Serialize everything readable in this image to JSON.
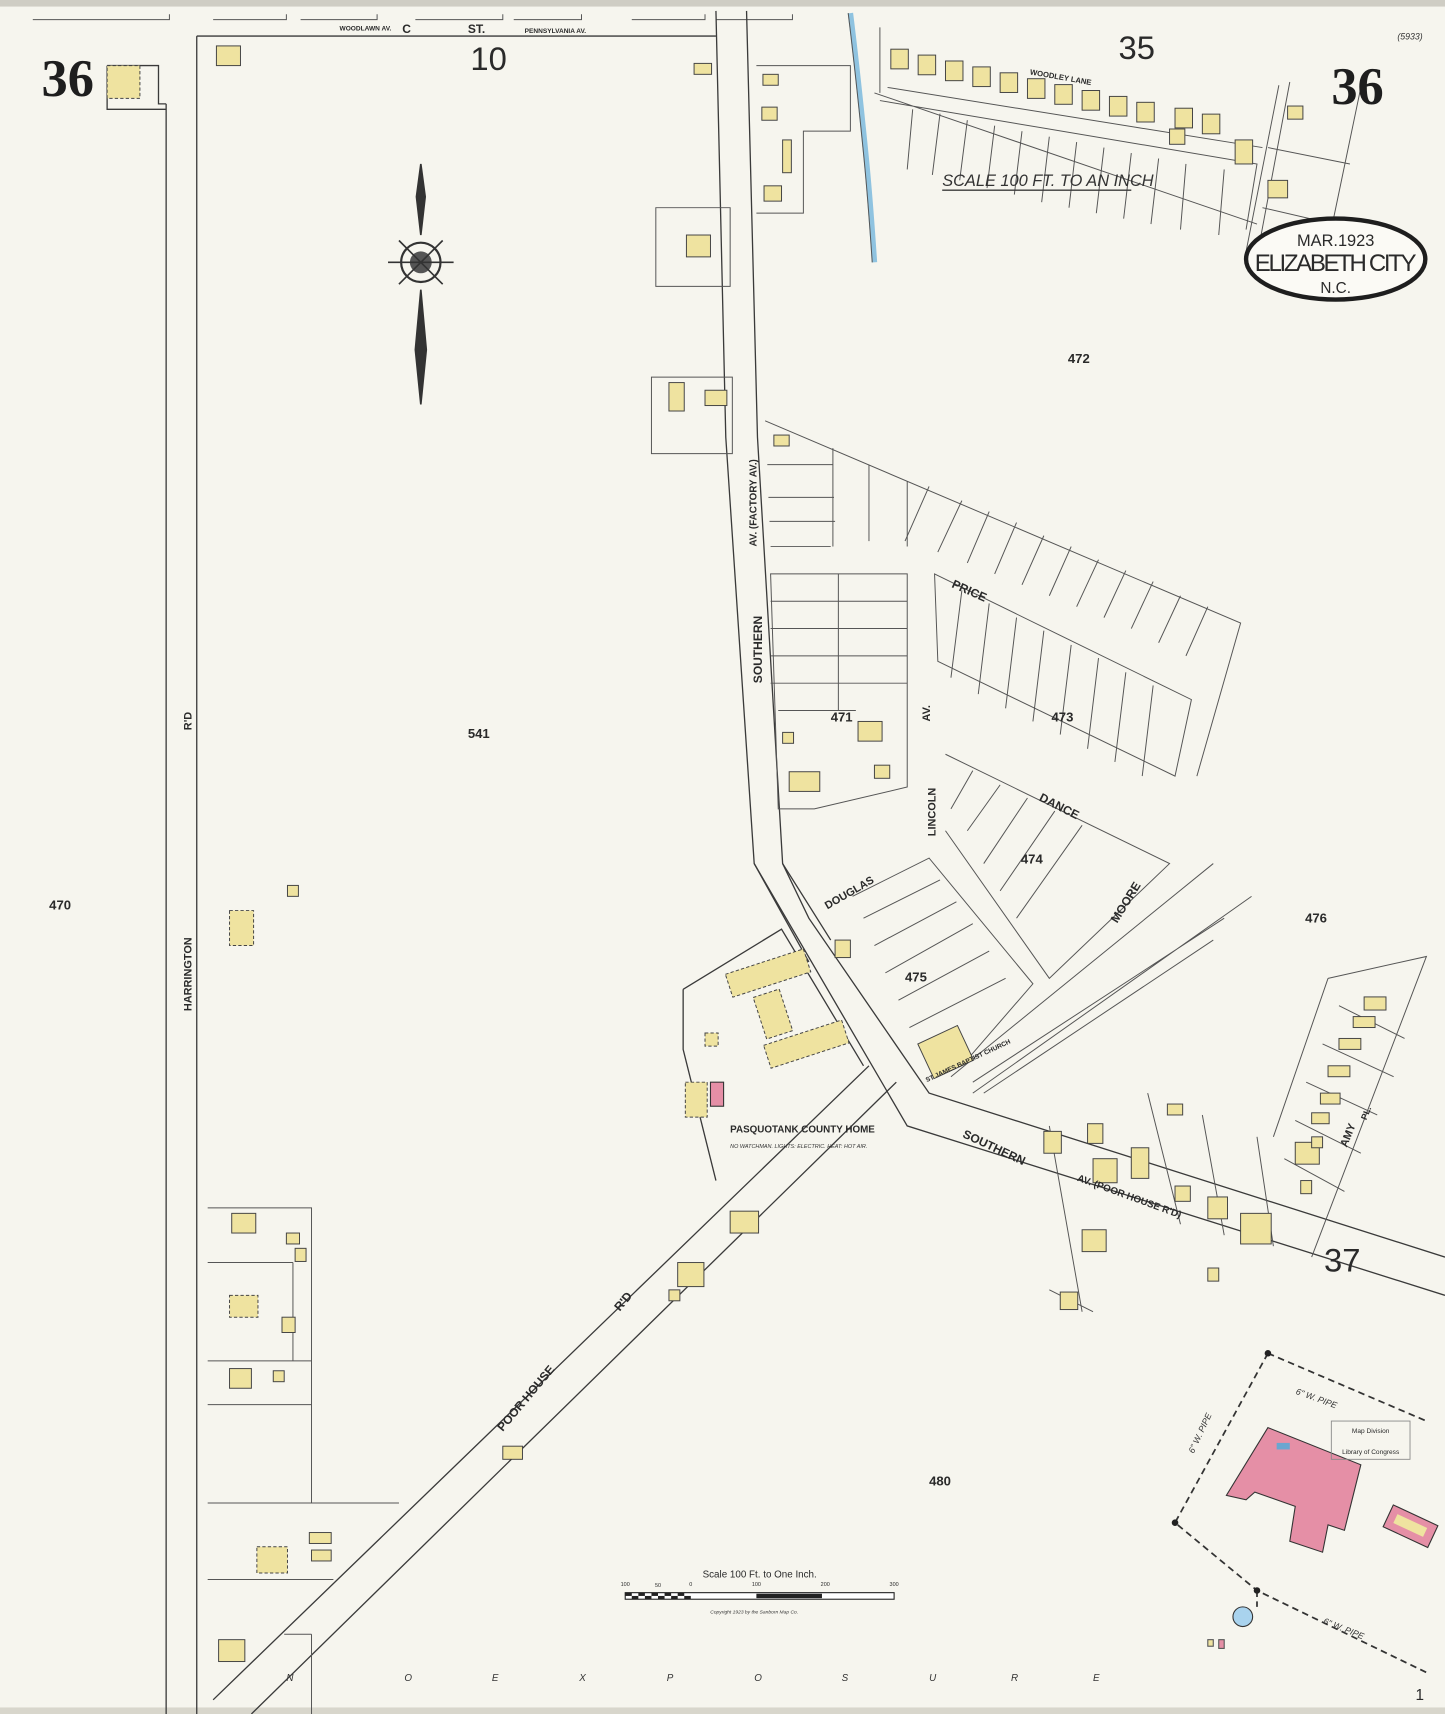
{
  "sheet": {
    "sheet_number": "36",
    "adjacent_sheets": {
      "top_middle": "10",
      "top_right": "35",
      "bottom_right": "37"
    },
    "catalog_number": "(5933)",
    "corner_mark": "1"
  },
  "cartouche": {
    "date": "MAR.1923",
    "city": "ELIZABETH CITY",
    "state": "N.C."
  },
  "scale_note": "SCALE 100 FT. TO AN INCH",
  "scale_bar": {
    "caption": "Scale 100 Ft. to One Inch.",
    "ticks": [
      "100",
      "50",
      "0",
      "100",
      "200",
      "300"
    ],
    "copyright": "Copyright 1923 by the Sanborn Map Co."
  },
  "streets": {
    "c_st": "C",
    "c_st_suffix": "ST.",
    "woodlawn": "WOODLAWN AV.",
    "pennsylvania": "PENNSYLVANIA AV.",
    "harrington": "HARRINGTON",
    "harrington_rd": "R'D",
    "southern": "SOUTHERN",
    "factory": "AV. (FACTORY AV.)",
    "price": "PRICE",
    "lincoln": "LINCOLN",
    "lincoln_av": "AV.",
    "dance": "DANCE",
    "moore": "MOORE",
    "douglas": "DOUGLAS",
    "southern_lower": "SOUTHERN",
    "poor_house_av": "AV. (POOR HOUSE R'D)",
    "poor_house": "POOR HOUSE",
    "poor_house_rd": "R'D",
    "woodley_lane": "WOODLEY LANE",
    "amy": "AMY",
    "amy_pl": "PL."
  },
  "blocks": [
    "541",
    "470",
    "472",
    "471",
    "473",
    "474",
    "475",
    "476",
    "480"
  ],
  "landmarks": {
    "county_home": "PASQUOTANK COUNTY HOME",
    "county_home_note": "NO WATCHMAN. LIGHTS: ELECTRIC. HEAT: HOT AIR.",
    "church": "ST JAMES BAPTIST CHURCH"
  },
  "pipes": [
    "6\" W. PIPE",
    "6\" W. PIPE",
    "6\" W. PIPE"
  ],
  "stamp": {
    "line1": "Map Division",
    "line2": "Library of Congress"
  },
  "exposure_text": [
    "N",
    "O",
    "E",
    "X",
    "P",
    "O",
    "S",
    "U",
    "R",
    "E"
  ],
  "colors": {
    "paper": "#f6f5ee",
    "frame_dwelling": "#efe3a0",
    "brick": "#e58fa6",
    "water": "#8fc3e0"
  }
}
